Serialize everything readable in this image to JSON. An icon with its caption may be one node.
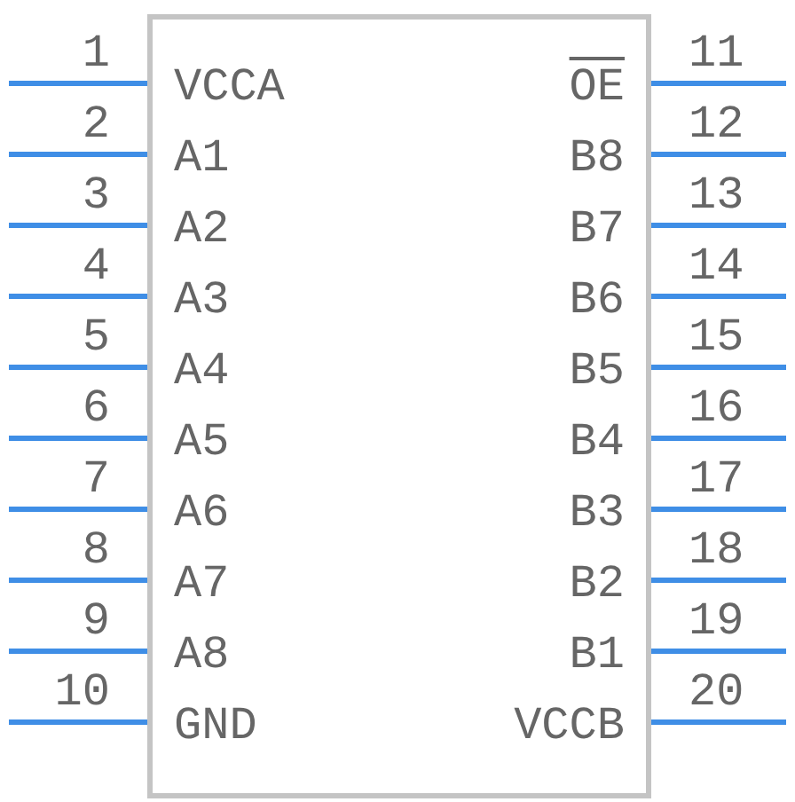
{
  "diagram": {
    "nodes": [
      {
        "text": [
          "VCCA",
          "OE",
          "A1",
          "B8",
          "A2",
          "B7",
          "A3",
          "B6",
          "A4",
          "B5",
          "A5",
          "B4",
          "A6",
          "B3",
          "A7",
          "B2",
          "A8",
          "B1",
          "GND",
          "VCCB"
        ]
      }
    ],
    "labels": [
      "1",
      "11",
      "2",
      "12",
      "3",
      "13",
      "4",
      "14",
      "5",
      "15",
      "6",
      "16",
      "7",
      "17",
      "8",
      "18",
      "9",
      "19",
      "10",
      "20"
    ]
  }
}
